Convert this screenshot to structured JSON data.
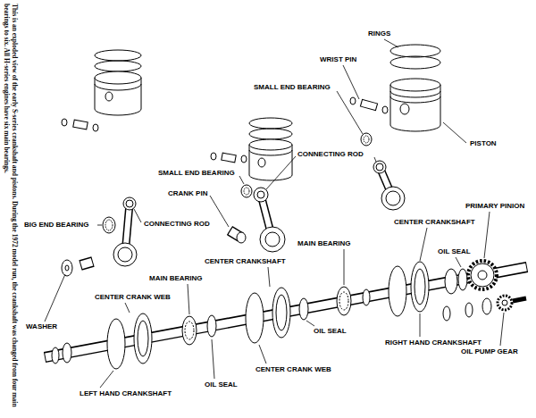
{
  "diagram": {
    "caption": "This is an exploded view of the early S-series crankshaft and pistons. During the 1972 model run, the crankshaft was changed from four main bearings to six. All H-series engines have six main bearings.",
    "labels": [
      "RINGS",
      "WRIST PIN",
      "SMALL END BEARING",
      "PISTON",
      "CONNECTING ROD",
      "SMALL END BEARING",
      "CRANK PIN",
      "PRIMARY PINION",
      "CENTER CRANKSHAFT",
      "BIG END BEARING",
      "CONNECTING ROD",
      "MAIN BEARING",
      "OIL SEAL",
      "CENTER CRANKSHAFT",
      "MAIN BEARING",
      "CENTER CRANK WEB",
      "WASHER",
      "OIL SEAL",
      "RIGHT HAND CRANKSHAFT",
      "OIL PUMP GEAR",
      "CENTER CRANK WEB",
      "OIL SEAL",
      "LEFT HAND CRANKSHAFT"
    ]
  }
}
